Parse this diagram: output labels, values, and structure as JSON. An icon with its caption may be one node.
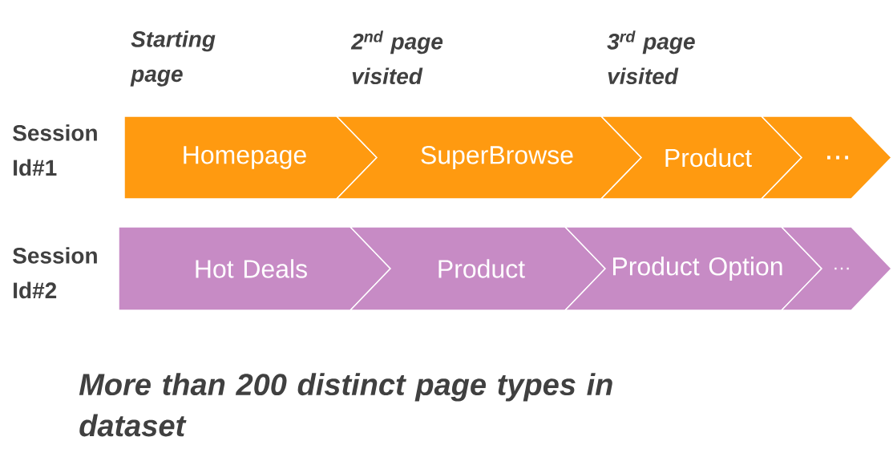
{
  "diagram": {
    "nodes": [
      {
        "text": [
          "Homepage"
        ]
      },
      {
        "text": [
          "SuperBrowse"
        ]
      },
      {
        "text": [
          "Product"
        ]
      },
      {
        "text": [
          "..."
        ]
      },
      {
        "text": [
          "Hot Deals"
        ]
      },
      {
        "text": [
          "Product"
        ]
      },
      {
        "text": [
          "Product Option"
        ]
      },
      {
        "text": [
          "…"
        ]
      }
    ],
    "labels": [
      "Starting page",
      "2$^{nd}$ page visited",
      "3$^{rd}$ page visited",
      "Session Id#1",
      "Session Id#2",
      "More than 200 distinct page types in dataset"
    ]
  }
}
